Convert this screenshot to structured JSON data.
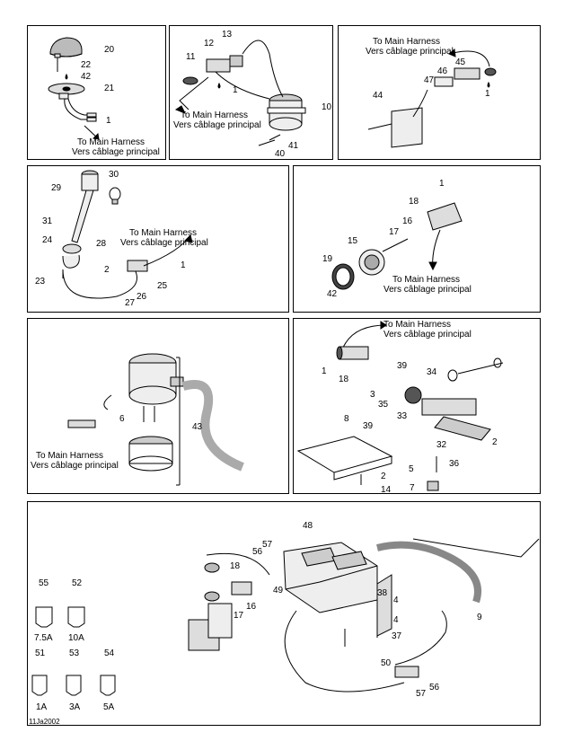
{
  "diagram_code": "11Ja2002",
  "harness_en": "To Main Harness",
  "harness_fr": "Vers câblage principal",
  "panel1": {
    "labels": [
      "20",
      "22",
      "42",
      "21",
      "1"
    ]
  },
  "panel2": {
    "labels": [
      "13",
      "12",
      "11",
      "1",
      "10",
      "41",
      "40"
    ]
  },
  "panel3": {
    "labels": [
      "45",
      "46",
      "47",
      "44",
      "1"
    ]
  },
  "panel4": {
    "labels": [
      "30",
      "29",
      "31",
      "24",
      "28",
      "2",
      "1",
      "23",
      "25",
      "26",
      "27"
    ]
  },
  "panel5": {
    "labels": [
      "1",
      "18",
      "16",
      "17",
      "15",
      "19",
      "42"
    ]
  },
  "panel6": {
    "labels": [
      "6",
      "43"
    ]
  },
  "panel7": {
    "labels": [
      "1",
      "18",
      "39",
      "3",
      "35",
      "33",
      "34",
      "32",
      "2",
      "8",
      "39",
      "2",
      "36",
      "5",
      "14",
      "7"
    ]
  },
  "panel8": {
    "labels": [
      "48",
      "57",
      "56",
      "18",
      "49",
      "16",
      "17",
      "38",
      "4",
      "4",
      "37",
      "9",
      "50",
      "57",
      "56"
    ],
    "fuses": [
      {
        "num": "55",
        "rating": "7.5A"
      },
      {
        "num": "52",
        "rating": "10A"
      },
      {
        "num": "51",
        "rating": "1A"
      },
      {
        "num": "53",
        "rating": "3A"
      },
      {
        "num": "54",
        "rating": "5A"
      }
    ]
  }
}
